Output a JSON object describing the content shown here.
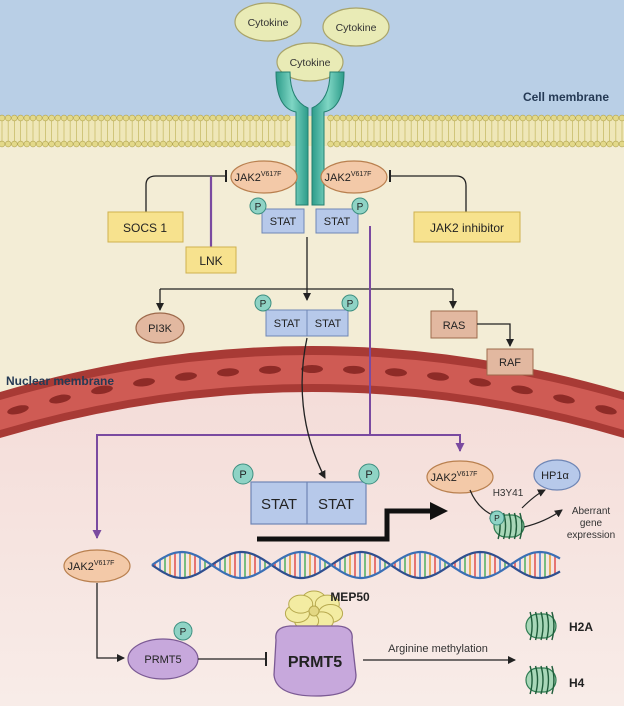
{
  "labels": {
    "cell_membrane": "Cell membrane",
    "nuclear_membrane": "Nuclear membrane",
    "cytokine": "Cytokine",
    "jak2_base": "JAK2",
    "jak2_sup": "V617F",
    "stat": "STAT",
    "p": "P",
    "socs1": "SOCS 1",
    "lnk": "LNK",
    "jak2_inhibitor": "JAK2 inhibitor",
    "pi3k": "PI3K",
    "ras": "RAS",
    "raf": "RAF",
    "h3y41": "H3Y41",
    "hp1_base": "HP1",
    "hp1_sub": "α",
    "aberrant_1": "Aberrant",
    "aberrant_2": "gene",
    "aberrant_3": "expression",
    "mep50": "MEP50",
    "prmt5": "PRMT5",
    "arginine_methylation": "Arginine methylation",
    "h2a": "H2A",
    "h4": "H4"
  },
  "colors": {
    "sky": "#b9cfe6",
    "cytoplasm": "#f3edd6",
    "nucleus": "#f6e6e2",
    "membrane_head": "#e3d98a",
    "receptor": "#4fb7a4",
    "jak2_fill": "#f3c9a8",
    "stat_fill": "#b7c9ea",
    "p_fill": "#8fd3c5",
    "yellow_box": "#f7e28e",
    "brown_fill": "#e2b8a0",
    "prmt5_fill": "#c7a8dc",
    "purple_line": "#7a4aa0",
    "mep50_fill": "#f3eca2"
  }
}
